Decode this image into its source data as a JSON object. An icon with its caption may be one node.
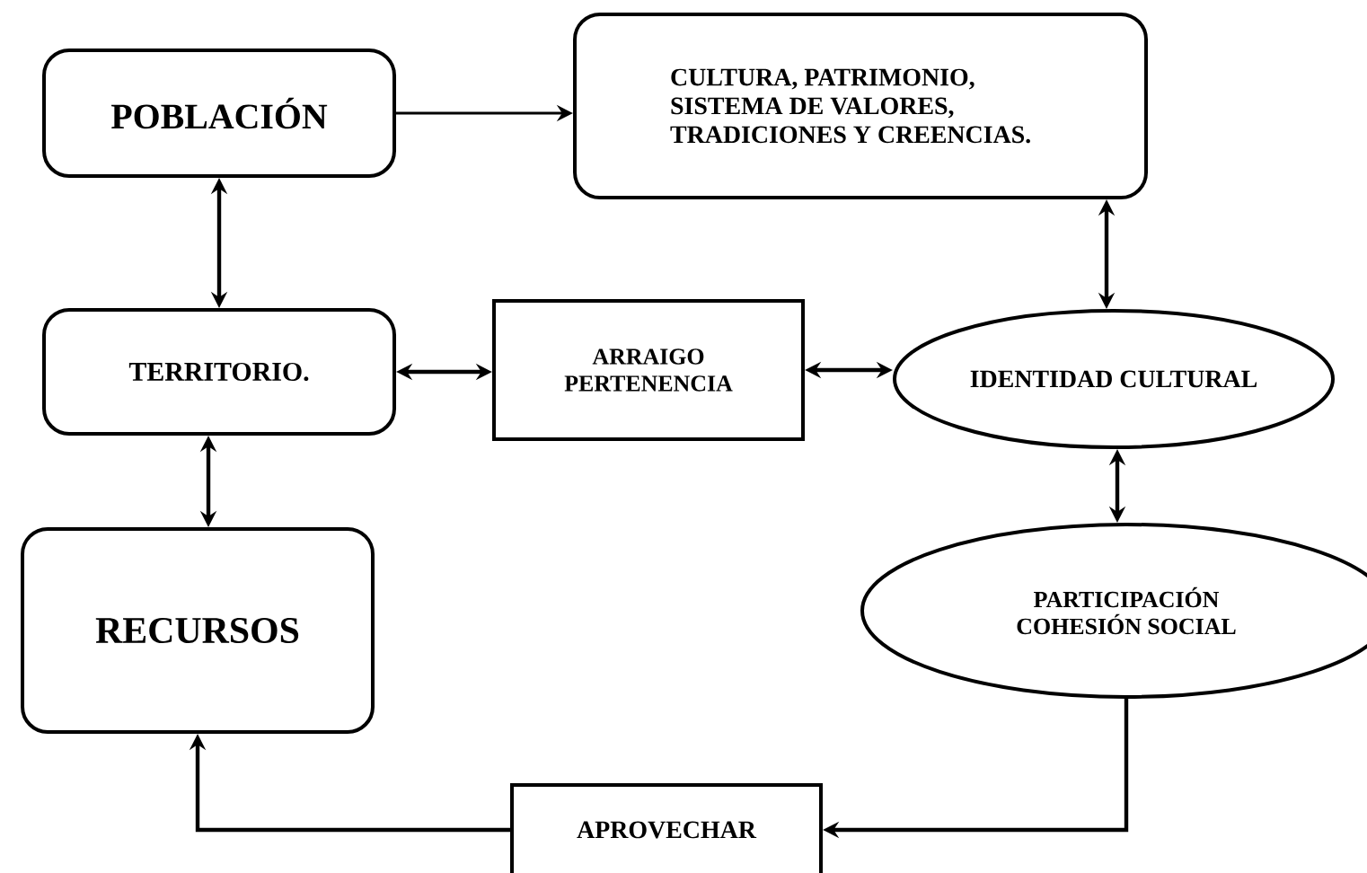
{
  "diagram": {
    "nodes": [
      {
        "text": [
          "POBLACIÓN"
        ]
      },
      {
        "text": [
          "CULTURA, PATRIMONIO, SISTEMA DE VALORES, TRADICIONES Y CREENCIAS."
        ]
      },
      {
        "text": [
          "TERRITORIO."
        ]
      },
      {
        "text": [
          "ARRAIGO PERTENENCIA"
        ]
      },
      {
        "text": [
          "IDENTIDAD CULTURAL"
        ]
      },
      {
        "text": [
          "RECURSOS"
        ]
      },
      {
        "text": [
          "PARTICIPACIÓN COHESIÓN SOCIAL"
        ]
      },
      {
        "text": [
          "APROVECHAR"
        ]
      }
    ],
    "edges": [
      {
        "from": 0,
        "to": 1,
        "arrow": "to"
      },
      {
        "from": 0,
        "to": 2,
        "arrow": "both"
      },
      {
        "from": 2,
        "to": 3,
        "arrow": "both"
      },
      {
        "from": 3,
        "to": 4,
        "arrow": "both"
      },
      {
        "from": 1,
        "to": 4,
        "arrow": "both"
      },
      {
        "from": 2,
        "to": 5,
        "arrow": "both"
      },
      {
        "from": 4,
        "to": 6,
        "arrow": "both"
      },
      {
        "from": 6,
        "to": 7,
        "arrow": "to"
      },
      {
        "from": 7,
        "to": 5,
        "arrow": "to"
      }
    ]
  }
}
